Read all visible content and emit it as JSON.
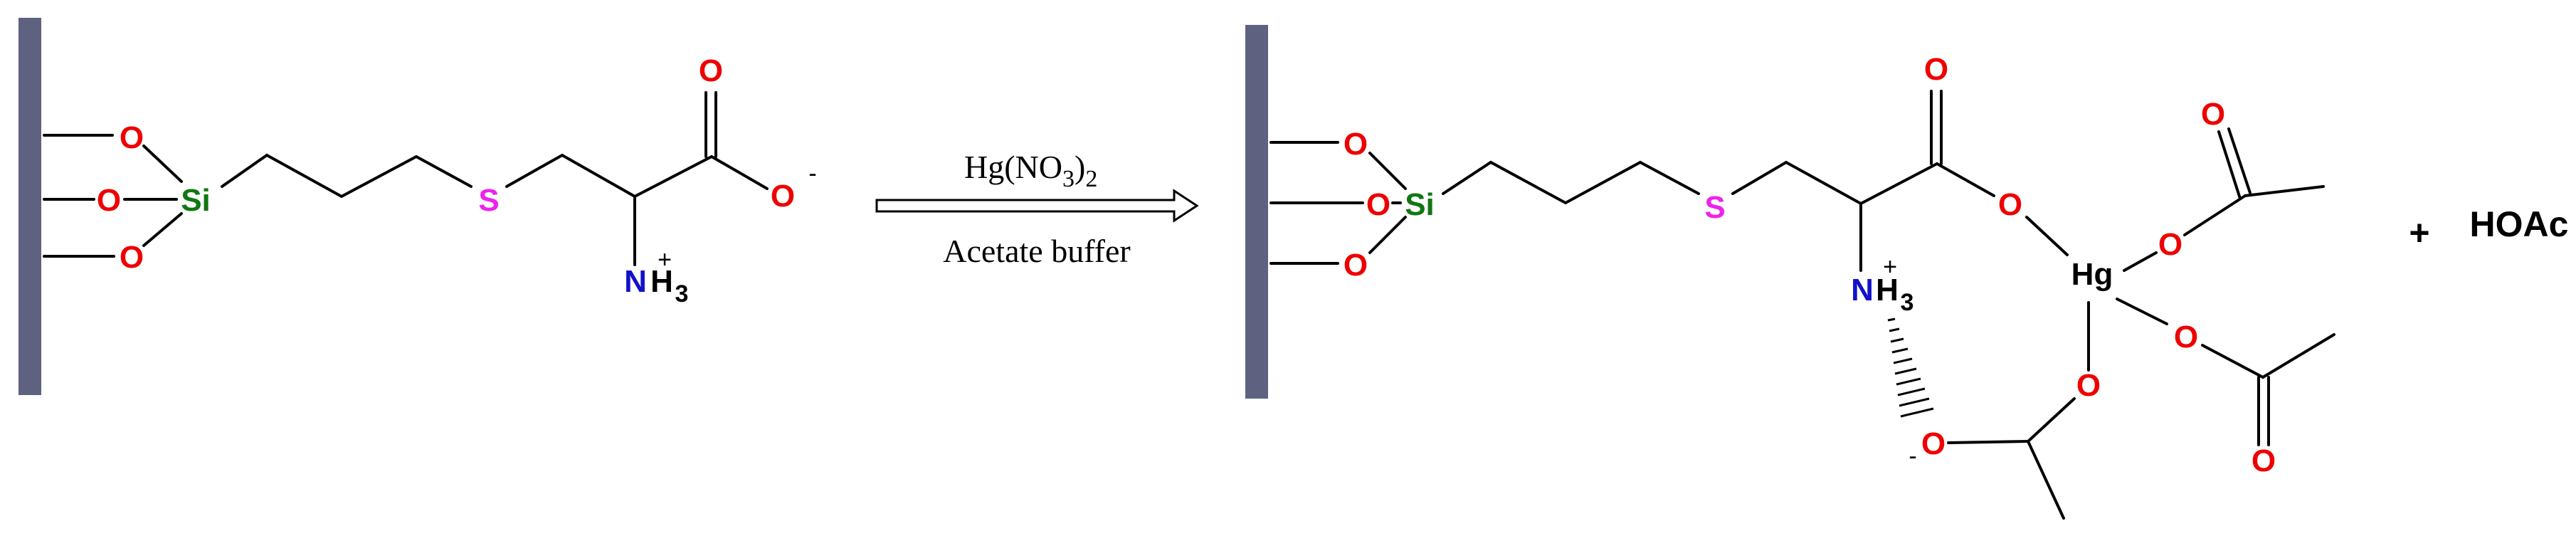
{
  "colors": {
    "oxygen": "#ee0000",
    "silicon": "#117711",
    "sulfur": "#ee22ee",
    "nitrogen": "#1111cc",
    "carbon_bond": "#000000",
    "surface": "#5e6180"
  },
  "atoms": {
    "oxygen": "O",
    "silicon": "Si",
    "sulfur": "S",
    "nitrogen": "N",
    "hydrogen": "H",
    "mercury": "Hg",
    "h_count": "3",
    "plus": "+",
    "minus": "-"
  },
  "reaction": {
    "reagent_main": "Hg(NO",
    "reagent_sub3": "3",
    "reagent_close": ")",
    "reagent_sub2": "2",
    "condition": "Acetate buffer",
    "plus_sign": "+",
    "byproduct": "HOAc"
  }
}
